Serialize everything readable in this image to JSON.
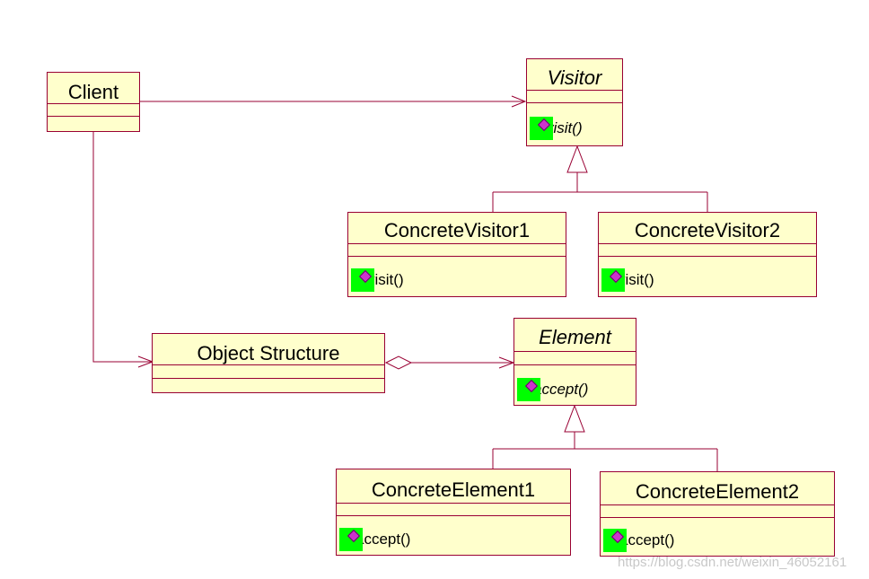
{
  "classes": {
    "client": {
      "name": "Client"
    },
    "visitor": {
      "name": "Visitor",
      "operation": "visit()"
    },
    "concrete_visitor_1": {
      "name": "ConcreteVisitor1",
      "operation": "visit()"
    },
    "concrete_visitor_2": {
      "name": "ConcreteVisitor2",
      "operation": "visit()"
    },
    "object_structure": {
      "name": "Object Structure"
    },
    "element": {
      "name": "Element",
      "operation": "accept()"
    },
    "concrete_element_1": {
      "name": "ConcreteElement1",
      "operation": "accept()"
    },
    "concrete_element_2": {
      "name": "ConcreteElement2",
      "operation": "accept()"
    }
  },
  "relations": [
    {
      "from": "Client",
      "to": "Visitor",
      "type": "association"
    },
    {
      "from": "Client",
      "to": "Object Structure",
      "type": "association"
    },
    {
      "from": "Object Structure",
      "to": "Element",
      "type": "aggregation"
    },
    {
      "from": "ConcreteVisitor1",
      "to": "Visitor",
      "type": "generalization"
    },
    {
      "from": "ConcreteVisitor2",
      "to": "Visitor",
      "type": "generalization"
    },
    {
      "from": "ConcreteElement1",
      "to": "Element",
      "type": "generalization"
    },
    {
      "from": "ConcreteElement2",
      "to": "Element",
      "type": "generalization"
    }
  ],
  "colors": {
    "border": "#990033",
    "fill": "#ffffcc",
    "operation_icon": "#00ff00"
  },
  "icons": {
    "operation": "public-operation-icon"
  },
  "watermark": "https://blog.csdn.net/weixin_46052161"
}
